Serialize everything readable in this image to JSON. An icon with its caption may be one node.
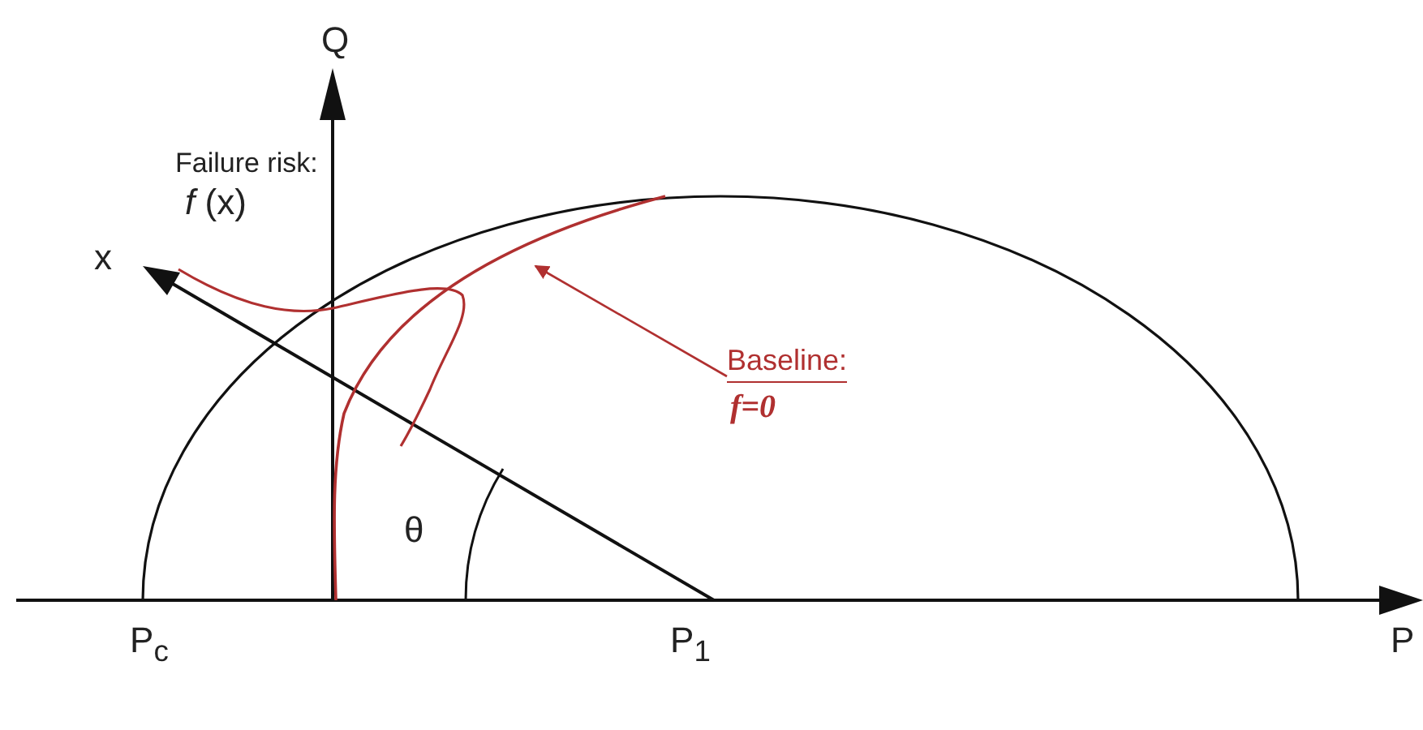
{
  "diagram": {
    "nodes": [
      {
        "text": [
          "Baseline:",
          "f=0"
        ]
      },
      {
        "text": [],
        "shape": "curve"
      }
    ],
    "edges": [
      {
        "from": 0,
        "to": 1,
        "arrow": "to",
        "color": "#b03030"
      }
    ],
    "labels": [
      "Q",
      "Failure risk:",
      "*f* (x)",
      "x",
      "θ",
      "P$_{c}$",
      "P$_{1}$",
      "P"
    ]
  }
}
